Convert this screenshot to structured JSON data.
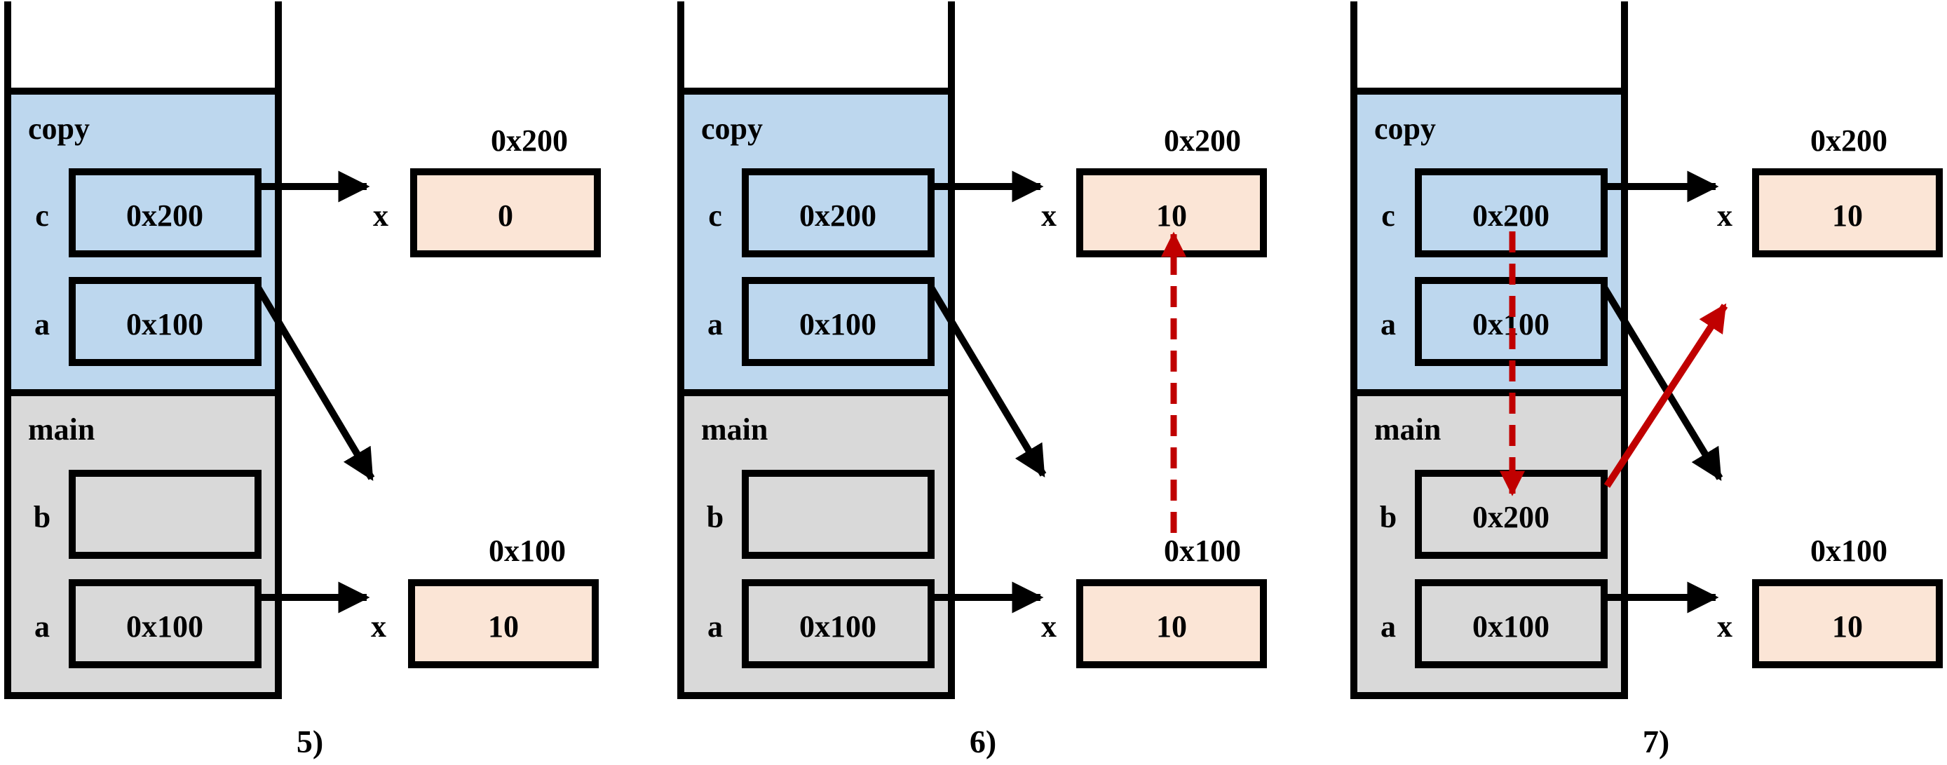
{
  "colors": {
    "copy_frame": "#bdd7ee",
    "main_frame": "#d9d9d9",
    "heap_object": "#fbe5d6",
    "outline": "#000000",
    "highlight_arrow": "#c00000"
  },
  "panels": [
    {
      "caption": "5)",
      "frames": [
        {
          "name": "copy",
          "vars": [
            {
              "name": "c",
              "value": "0x200"
            },
            {
              "name": "a",
              "value": "0x100"
            }
          ]
        },
        {
          "name": "main",
          "vars": [
            {
              "name": "b",
              "value": ""
            },
            {
              "name": "a",
              "value": "0x100"
            }
          ]
        }
      ],
      "objects": [
        {
          "address": "0x200",
          "field": "x",
          "value": "0"
        },
        {
          "address": "0x100",
          "field": "x",
          "value": "10"
        }
      ]
    },
    {
      "caption": "6)",
      "frames": [
        {
          "name": "copy",
          "vars": [
            {
              "name": "c",
              "value": "0x200"
            },
            {
              "name": "a",
              "value": "0x100"
            }
          ]
        },
        {
          "name": "main",
          "vars": [
            {
              "name": "b",
              "value": ""
            },
            {
              "name": "a",
              "value": "0x100"
            }
          ]
        }
      ],
      "objects": [
        {
          "address": "0x200",
          "field": "x",
          "value": "10"
        },
        {
          "address": "0x100",
          "field": "x",
          "value": "10"
        }
      ]
    },
    {
      "caption": "7)",
      "frames": [
        {
          "name": "copy",
          "vars": [
            {
              "name": "c",
              "value": "0x200"
            },
            {
              "name": "a",
              "value": "0x100"
            }
          ]
        },
        {
          "name": "main",
          "vars": [
            {
              "name": "b",
              "value": "0x200"
            },
            {
              "name": "a",
              "value": "0x100"
            }
          ]
        }
      ],
      "objects": [
        {
          "address": "0x200",
          "field": "x",
          "value": "10"
        },
        {
          "address": "0x100",
          "field": "x",
          "value": "10"
        }
      ]
    }
  ]
}
